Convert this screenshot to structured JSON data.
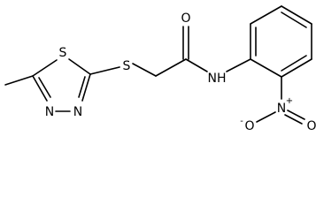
{
  "molecule": {
    "atoms": {
      "sulfur_ring": "S",
      "sulfur_thioether": "S",
      "nitrogen_ring_left": "N",
      "nitrogen_ring_right": "N",
      "carbonyl_oxygen": "O",
      "amide_nh": "NH",
      "nitro_nitrogen": "N",
      "nitro_nitrogen_charge": "+",
      "nitro_oxygen_left": "O",
      "nitro_oxygen_left_charge": "-",
      "nitro_oxygen_right": "O"
    }
  }
}
